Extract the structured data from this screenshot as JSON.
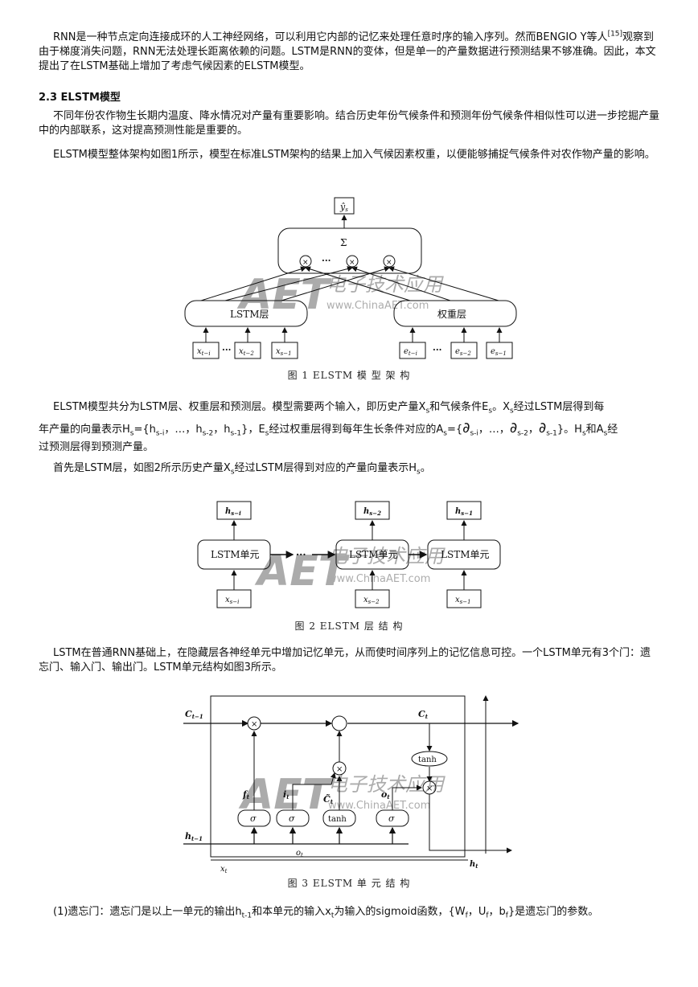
{
  "para1": {
    "a": "RNN是一种节点定向连接成环的人工神经网络，可以利用它内部的记忆来处理任意时序的输入序列。然而BENGIO Y等人",
    "cite": "[15]",
    "b": "观察到由于梯度消失问题，RNN无法处理长距离依赖的问题。LSTM是RNN的变体，但是单一的产量数据进行预测结果不够准确。因此，本文提出了在LSTM基础上增加了考虑气候因素的ELSTM模型。"
  },
  "section_heading": "2.3 ELSTM模型",
  "para2": "不同年份农作物生长期内温度、降水情况对产量有重要影响。结合历史年份气候条件和预测年份气候条件相似性可以进一步挖掘产量中的内部联系，这对提高预测性能是重要的。",
  "para3": "ELSTM模型整体架构如图1所示，模型在标准LSTM架构的结果上加入气候因素权重，以便能够捕捉气候条件对农作物产量的影响。",
  "fig1": {
    "caption": "图 1   ELSTM 模 型 架 构",
    "output": "ŷ",
    "output_sub": "s",
    "sum": "Σ",
    "times": "×",
    "dots": "···",
    "lstm_layer": "LSTM层",
    "weight_layer": "权重层",
    "x_inputs": [
      "x",
      "x",
      "x"
    ],
    "x_subs": [
      "t−i",
      "t−2",
      "s−1"
    ],
    "e_inputs": [
      "e",
      "e",
      "e"
    ],
    "e_subs": [
      "t−i",
      "s−2",
      "s−1"
    ]
  },
  "para4": {
    "l1": "ELSTM模型共分为LSTM层、权重层和预测层。模型需要两个输入，即历史产量X",
    "l1_sub": "s",
    "l1b": "和气候条件E",
    "l1b_sub": "s",
    "l1c": "。X",
    "l1c_sub": "s",
    "l1d": "经过LSTM层得到每",
    "l2": "年产量的向量表示H",
    "l2_sub": "s",
    "l2b": "={h",
    "l2b_sub": "s-i",
    "l2c": "，…，h",
    "l2c_sub": "s-2",
    "l2d": "，h",
    "l2d_sub": "s-1",
    "l2e": "}，E",
    "l2e_sub": "s",
    "l2f": "经过权重层得到每年生长条件对应的A",
    "l2f_sub": "s",
    "l2g": "={",
    "partial": "∂",
    "l2h_sub": "s-i",
    "l2h": "，…，",
    "l2i_sub": "s-2",
    "l2i": "，",
    "l2j_sub": "s-1",
    "l2j": "}。H",
    "l2k_sub": "s",
    "l2k": "和A",
    "l2l_sub": "s",
    "l2l": "经",
    "l3": "过预测层得到预测产量。"
  },
  "para5": {
    "a": "首先是LSTM层，如图2所示历史产量X",
    "a_sub": "s",
    "b": "经过LSTM层得到对应的产量向量表示H",
    "b_sub": "s",
    "c": "。"
  },
  "fig2": {
    "caption": "图 2   ELSTM 层 结 构",
    "cell": "LSTM单元",
    "dots": "···",
    "h_labels": [
      "h",
      "h",
      "h"
    ],
    "h_subs": [
      "s−i",
      "s−2",
      "s−1"
    ],
    "x_labels": [
      "x",
      "x",
      "x"
    ],
    "x_subs": [
      "s−i",
      "s−2",
      "s−1"
    ]
  },
  "para6": "LSTM在普通RNN基础上，在隐藏层各神经单元中增加记忆单元，从而使时间序列上的记忆信息可控。一个LSTM单元有3个门：遗忘门、输入门、输出门。LSTM单元结构如图3所示。",
  "fig3": {
    "caption": "图 3   ELSTM 单 元 结 构",
    "c_prev": "C",
    "c_prev_sub": "t−1",
    "c_t": "C",
    "c_t_sub": "t",
    "h_prev": "h",
    "h_prev_sub": "t−1",
    "h_t": "h",
    "h_t_sub": "t",
    "x_t": "x",
    "x_t_sub": "t",
    "f_t": "f",
    "i_t": "i",
    "c_tilde": "C̃",
    "o_t": "o",
    "o_label": "o",
    "t_sub": "t",
    "sigma": "σ",
    "tanh": "tanh",
    "times": "×"
  },
  "watermark": {
    "brand": "AET",
    "cn": "电子技术应用",
    "url": "www.ChinaAET.com"
  },
  "para7": {
    "a": "(1)遗忘门：遗忘门是以上一单元的输出h",
    "a_sub": "t-1",
    "b": "和本单元的输入x",
    "b_sub": "t",
    "c": "为输入的sigmoid函数，{W",
    "c_sub": "f",
    "d": "，U",
    "d_sub": "f",
    "e": "，b",
    "e_sub": "f",
    "f": "}是遗忘门的参数。"
  }
}
